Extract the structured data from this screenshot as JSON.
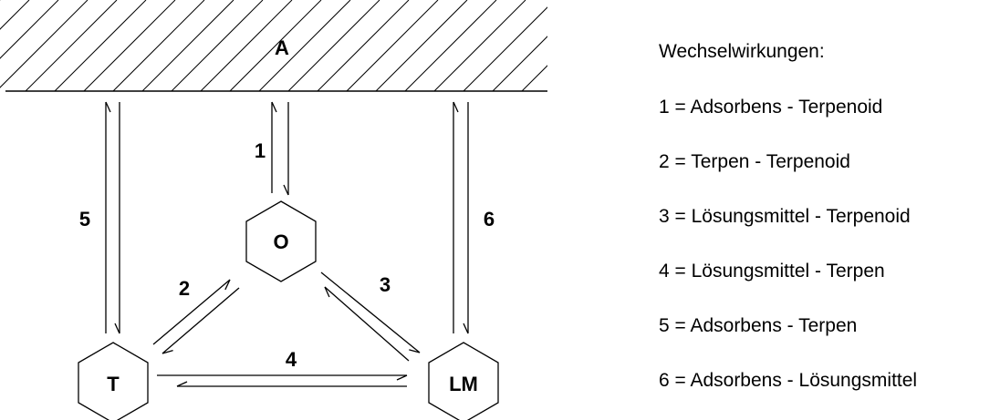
{
  "diagram": {
    "surface_label": "A",
    "nodes": {
      "O": "O",
      "T": "T",
      "LM": "LM"
    },
    "interaction_numbers": [
      "1",
      "2",
      "3",
      "4",
      "5",
      "6"
    ]
  },
  "legend": {
    "title": "Wechselwirkungen:",
    "items": [
      "1 = Adsorbens - Terpenoid",
      "2 = Terpen - Terpenoid",
      "3 = Lösungsmittel - Terpenoid",
      "4 = Lösungsmittel - Terpen",
      "5 = Adsorbens - Terpen",
      "6 = Adsorbens - Lösungsmittel"
    ]
  }
}
